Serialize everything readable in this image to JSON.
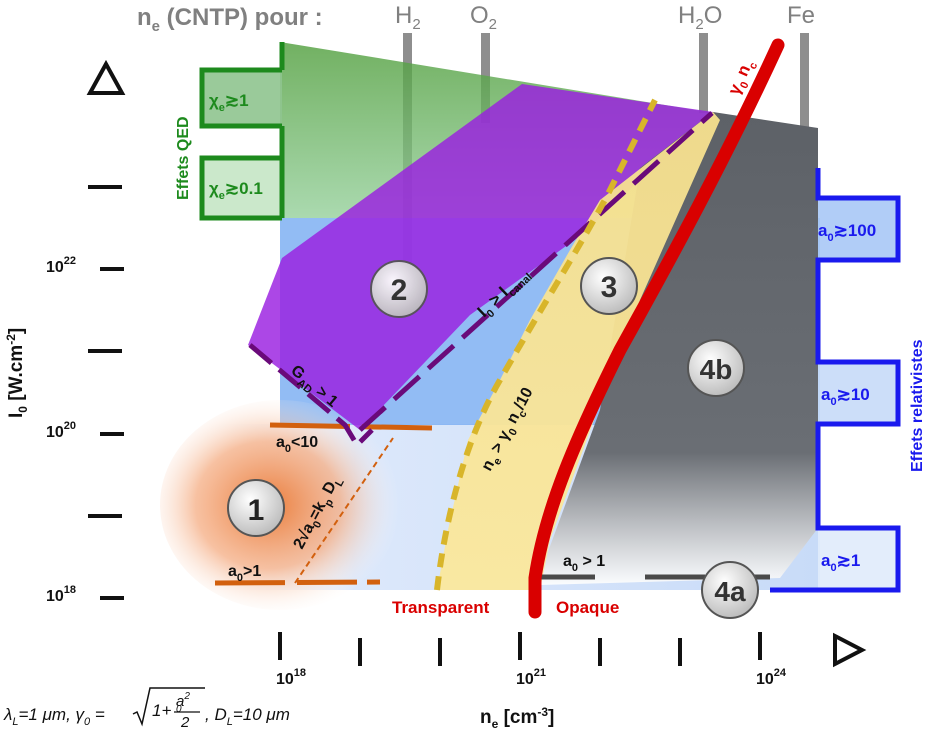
{
  "header": {
    "cntp_label": "n",
    "cntp_sub": "e",
    "cntp_rest": " (CNTP) pour :",
    "gases": [
      {
        "name": "H",
        "sub": "2"
      },
      {
        "name": "O",
        "sub": "2"
      },
      {
        "name": "H",
        "sub": "2",
        "tail": "O"
      },
      {
        "name": "Fe",
        "sub": "",
        "tail": ""
      }
    ]
  },
  "y_axis": {
    "label_main": "I",
    "label_sub": "0",
    "label_rest": " [W.cm",
    "label_exp": "-2",
    "label_close": "]",
    "ticks": [
      {
        "base": "10",
        "exp": "22"
      },
      {
        "base": "10",
        "exp": "20"
      },
      {
        "base": "10",
        "exp": "18"
      }
    ]
  },
  "x_axis": {
    "label_main": "n",
    "label_sub": "e",
    "label_rest": " [cm",
    "label_exp": "-3",
    "label_close": "]",
    "ticks": [
      {
        "base": "10",
        "exp": "18"
      },
      {
        "base": "10",
        "exp": "21"
      },
      {
        "base": "10",
        "exp": "24"
      }
    ]
  },
  "qed": {
    "title": "Effets QED",
    "chi1": "χe≳1",
    "chi1_a": "χ",
    "chi1_sub": "e",
    "chi1_b": "≳1",
    "chi2_a": "χ",
    "chi2_sub": "e",
    "chi2_b": "≳0.1"
  },
  "relativistic": {
    "title": "Effets relativistes",
    "levels": [
      {
        "a": "a",
        "sub": "0",
        "b": "≳100"
      },
      {
        "a": "a",
        "sub": "0",
        "b": "≳10"
      },
      {
        "a": "a",
        "sub": "0",
        "b": "≳1"
      }
    ]
  },
  "regions": {
    "r1": "1",
    "r2": "2",
    "r3": "3",
    "r4a": "4a",
    "r4b": "4b"
  },
  "annotations": {
    "gad": "G",
    "gad_sub": "AD",
    "gad_rest": " > 1",
    "a0_lt10_a": "a",
    "a0_lt10_sub": "0",
    "a0_lt10_b": "<10",
    "a0_gt1_a": "a",
    "a0_gt1_sub": "0",
    "a0_gt1_b": ">1",
    "a0_gt1_right_a": "a",
    "a0_gt1_right_sub": "0",
    "a0_gt1_right_b": " > 1",
    "kp": "2√a0=kp DL",
    "kp_a": "2√a",
    "kp_sub0": "0",
    "kp_b": "=k",
    "kp_subp": "p",
    "kp_c": " D",
    "kp_subL": "L",
    "icanal_a": "I",
    "icanal_sub0": "0",
    "icanal_b": " > I",
    "icanal_sub": "canal",
    "ne_a": "n",
    "ne_sub": "e",
    "ne_b": " > γ",
    "ne_sub0": "0",
    "ne_c": " n",
    "ne_subc": "c",
    "ne_d": "/10",
    "gamma_nc_a": "γ",
    "gamma_nc_sub0": "0",
    "gamma_nc_b": " n",
    "gamma_nc_subc": "c",
    "transparent": "Transparent",
    "opaque": "Opaque"
  },
  "footer": {
    "lambda": "λ",
    "lambda_sub": "L",
    "lambda_rest": "=1 μm, γ",
    "gamma_sub": "0",
    "eq": " =",
    "one_plus": "1+",
    "frac_num": "a",
    "frac_num_sup": "2",
    "frac_num_sub": "0",
    "frac_den": "2",
    "d_rest": ", D",
    "d_sub": "L",
    "d_val": "=10 μm"
  },
  "colors": {
    "qed": "#1d8a1d",
    "relativistic": "#1a1aee",
    "gamma_curve": "#d90000",
    "region2": "#9a1fe0",
    "region3": "#f5de7a",
    "region4": "#555a60",
    "orange": "#d2600e"
  }
}
